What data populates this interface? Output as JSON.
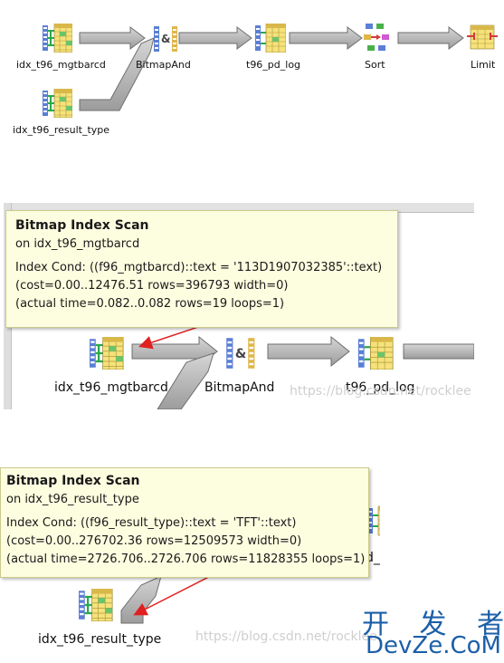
{
  "plan_top": {
    "nodes": {
      "idx_mgtbarcd": "idx_t96_mgtbarcd",
      "idx_result_type": "idx_t96_result_type",
      "bitmap_and": "BitmapAnd",
      "pd_log": "t96_pd_log",
      "sort": "Sort",
      "limit": "Limit"
    }
  },
  "panel_mgtbarcd": {
    "tooltip": {
      "title": "Bitmap Index Scan",
      "subtitle": "on idx_t96_mgtbarcd",
      "cond": "Index Cond: ((f96_mgtbarcd)::text = '113D1907032385'::text)",
      "cost": "(cost=0.00..12476.51 rows=396793 width=0)",
      "actual": "(actual time=0.082..0.082 rows=19 loops=1)"
    },
    "nodes": {
      "idx_mgtbarcd": "idx_t96_mgtbarcd",
      "bitmap_and": "BitmapAnd",
      "pd_log": "t96_pd_log"
    },
    "watermark": "https://blog.csdn.net/rocklee"
  },
  "panel_result_type": {
    "tooltip": {
      "title": "Bitmap Index Scan",
      "subtitle": "on idx_t96_result_type",
      "cond": "Index Cond: ((f96_result_type)::text = 'TFT'::text)",
      "cost": "(cost=0.00..276702.36 rows=12509573 width=0)",
      "actual": "(actual time=2726.706..2726.706 rows=11828355 loops=1)"
    },
    "nodes": {
      "idx_result_type": "idx_t96_result_type",
      "partial_label": "d_"
    },
    "watermark": "https://blog.csdn.net/rocklee"
  },
  "brand": {
    "top": "开 发 者",
    "bottom": "DevZe.CoM"
  },
  "colors": {
    "arrow_gray": "#b4b4b4",
    "tooltip_bg": "#fdfde0",
    "pointer_red": "#e02020",
    "brand_blue": "#1b5fa8"
  }
}
